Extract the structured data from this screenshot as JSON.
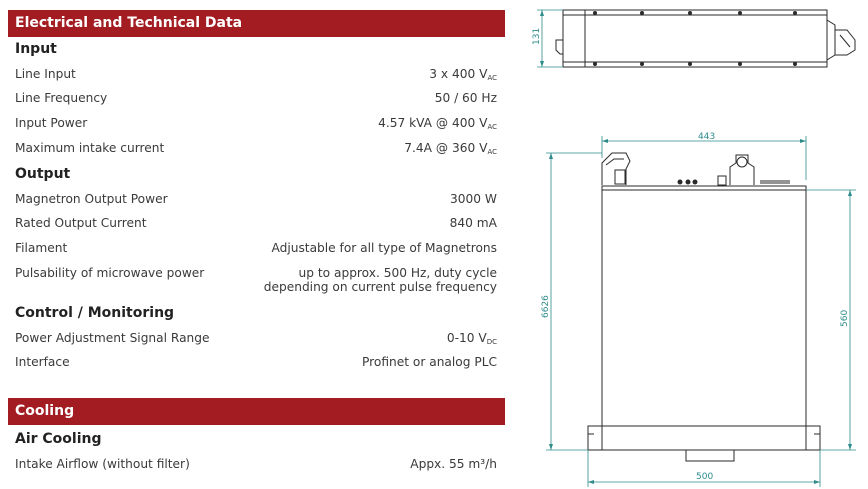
{
  "electrical": {
    "header": "Electrical and Technical Data",
    "input_title": "Input",
    "input_rows": [
      {
        "label": "Line Input",
        "value": "3 x 400 V",
        "sub": "AC"
      },
      {
        "label": "Line Frequency",
        "value": "50 / 60 Hz",
        "sub": ""
      },
      {
        "label": "Input Power",
        "value": "4.57 kVA @ 400 V",
        "sub": "AC"
      },
      {
        "label": "Maximum intake current",
        "value": "7.4A @ 360 V",
        "sub": "AC"
      }
    ],
    "output_title": "Output",
    "output_rows": [
      {
        "label": "Magnetron Output Power",
        "value": "3000 W"
      },
      {
        "label": "Rated Output Current",
        "value": "840 mA"
      },
      {
        "label": "Filament",
        "value": "Adjustable for all type of Magnetrons"
      },
      {
        "label": "Pulsability of microwave power",
        "value_line1": "up to approx. 500 Hz, duty cycle",
        "value_line2": "depending on current pulse frequency"
      }
    ],
    "control_title": "Control / Monitoring",
    "control_rows": [
      {
        "label": "Power Adjustment Signal Range",
        "value": "0-10 V",
        "sub": "DC"
      },
      {
        "label": "Interface",
        "value": "Profinet or analog PLC"
      }
    ]
  },
  "cooling": {
    "header": "Cooling",
    "air_title": "Air Cooling",
    "rows": [
      {
        "label": "Intake Airflow (without filter)",
        "value": "Appx. 55 m³/h"
      }
    ]
  },
  "drawing": {
    "side_height": "131",
    "width_top": "443",
    "depth_total": "6626",
    "depth_body": "560",
    "width_bottom": "500",
    "dimension_color": "#2e8b8b"
  }
}
